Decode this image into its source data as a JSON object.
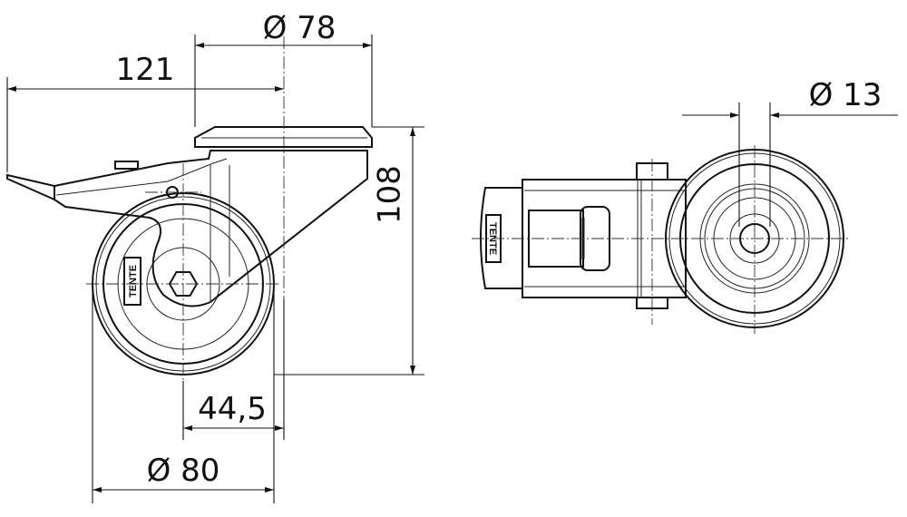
{
  "dimensions": {
    "overall_length": "121",
    "plate_diameter": "Ø 78",
    "height": "108",
    "offset": "44,5",
    "wheel_diameter": "Ø 80",
    "bore_diameter": "Ø 13"
  },
  "logo": {
    "side": "TENTE",
    "bottom": "TENTE"
  }
}
